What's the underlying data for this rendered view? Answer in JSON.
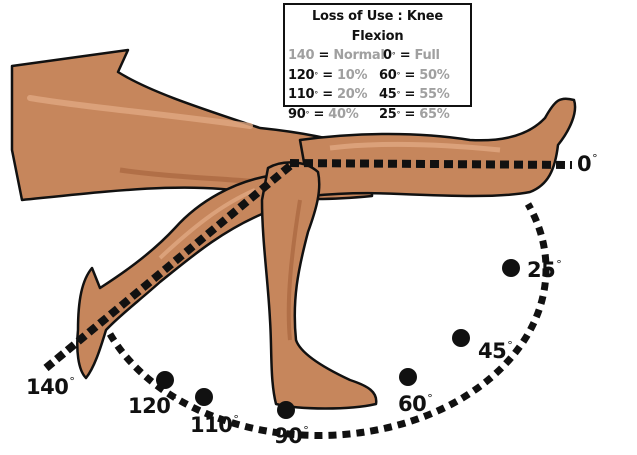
{
  "legend": {
    "title": "Loss of Use : Knee Flexion",
    "rows": [
      {
        "left": {
          "angle": "140",
          "eq": "=",
          "value": "Normal",
          "muted": true
        },
        "right": {
          "angle": "0",
          "deg": "°",
          "eq": "=",
          "value": "Full",
          "muted": false
        }
      },
      {
        "left": {
          "angle": "120",
          "deg": "°",
          "eq": "=",
          "value": "10%"
        },
        "right": {
          "angle": "60",
          "deg": "°",
          "eq": "=",
          "value": "50%"
        }
      },
      {
        "left": {
          "angle": "110",
          "deg": "°",
          "eq": "=",
          "value": "20%"
        },
        "right": {
          "angle": "45",
          "deg": "°",
          "eq": "=",
          "value": "55%"
        }
      },
      {
        "left": {
          "angle": "90",
          "deg": "°",
          "eq": "=",
          "value": "40%"
        },
        "right": {
          "angle": "25",
          "deg": "°",
          "eq": "=",
          "value": "65%"
        }
      }
    ]
  },
  "angle_labels": {
    "a0": "0",
    "a25": "25",
    "a45": "45",
    "a60": "60",
    "a90": "90",
    "a110": "110",
    "a120": "120",
    "a140": "140",
    "deg": "°"
  },
  "colors": {
    "skin": "#c6865c",
    "skin_shadow": "#a8653f",
    "skin_highlight": "#e0a882",
    "outline": "#111111",
    "muted_text": "#a0a0a0"
  }
}
